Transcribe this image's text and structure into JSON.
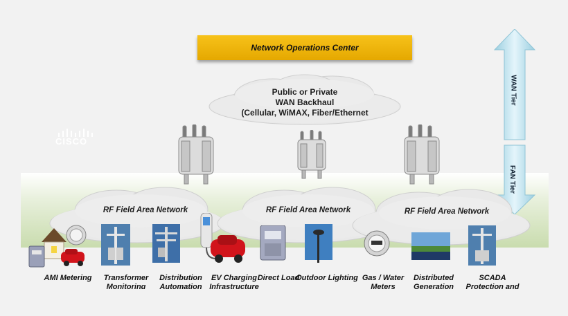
{
  "noc": {
    "label": "Network Operations Center"
  },
  "wan_cloud": {
    "line1": "Public or Private",
    "line2": "WAN Backhaul",
    "line3": "(Cellular, WiMAX, Fiber/Ethernet"
  },
  "tiers": {
    "wan": "WAN Tier",
    "fan": "FAN Tier"
  },
  "fan_clouds": [
    {
      "label": "RF Field Area Network"
    },
    {
      "label": "RF Field Area Network"
    },
    {
      "label": "RF Field Area Network"
    }
  ],
  "logo": {
    "text": "CISCO"
  },
  "devices": [
    {
      "label": "AMI Metering"
    },
    {
      "label": "Transformer Monitoring"
    },
    {
      "label": "Distribution Automation"
    },
    {
      "label": "EV Charging Infrastructure"
    },
    {
      "label": "Direct Load"
    },
    {
      "label": "Outdoor Lighting"
    },
    {
      "label": "Gas / Water Meters"
    },
    {
      "label": "Distributed Generation"
    },
    {
      "label": "SCADA Protection and"
    }
  ],
  "colors": {
    "noc_bar": "#f2b705",
    "arrow": "#bfe3ef",
    "cloud": "#e9e9e9",
    "ground": "#c9dcae"
  }
}
